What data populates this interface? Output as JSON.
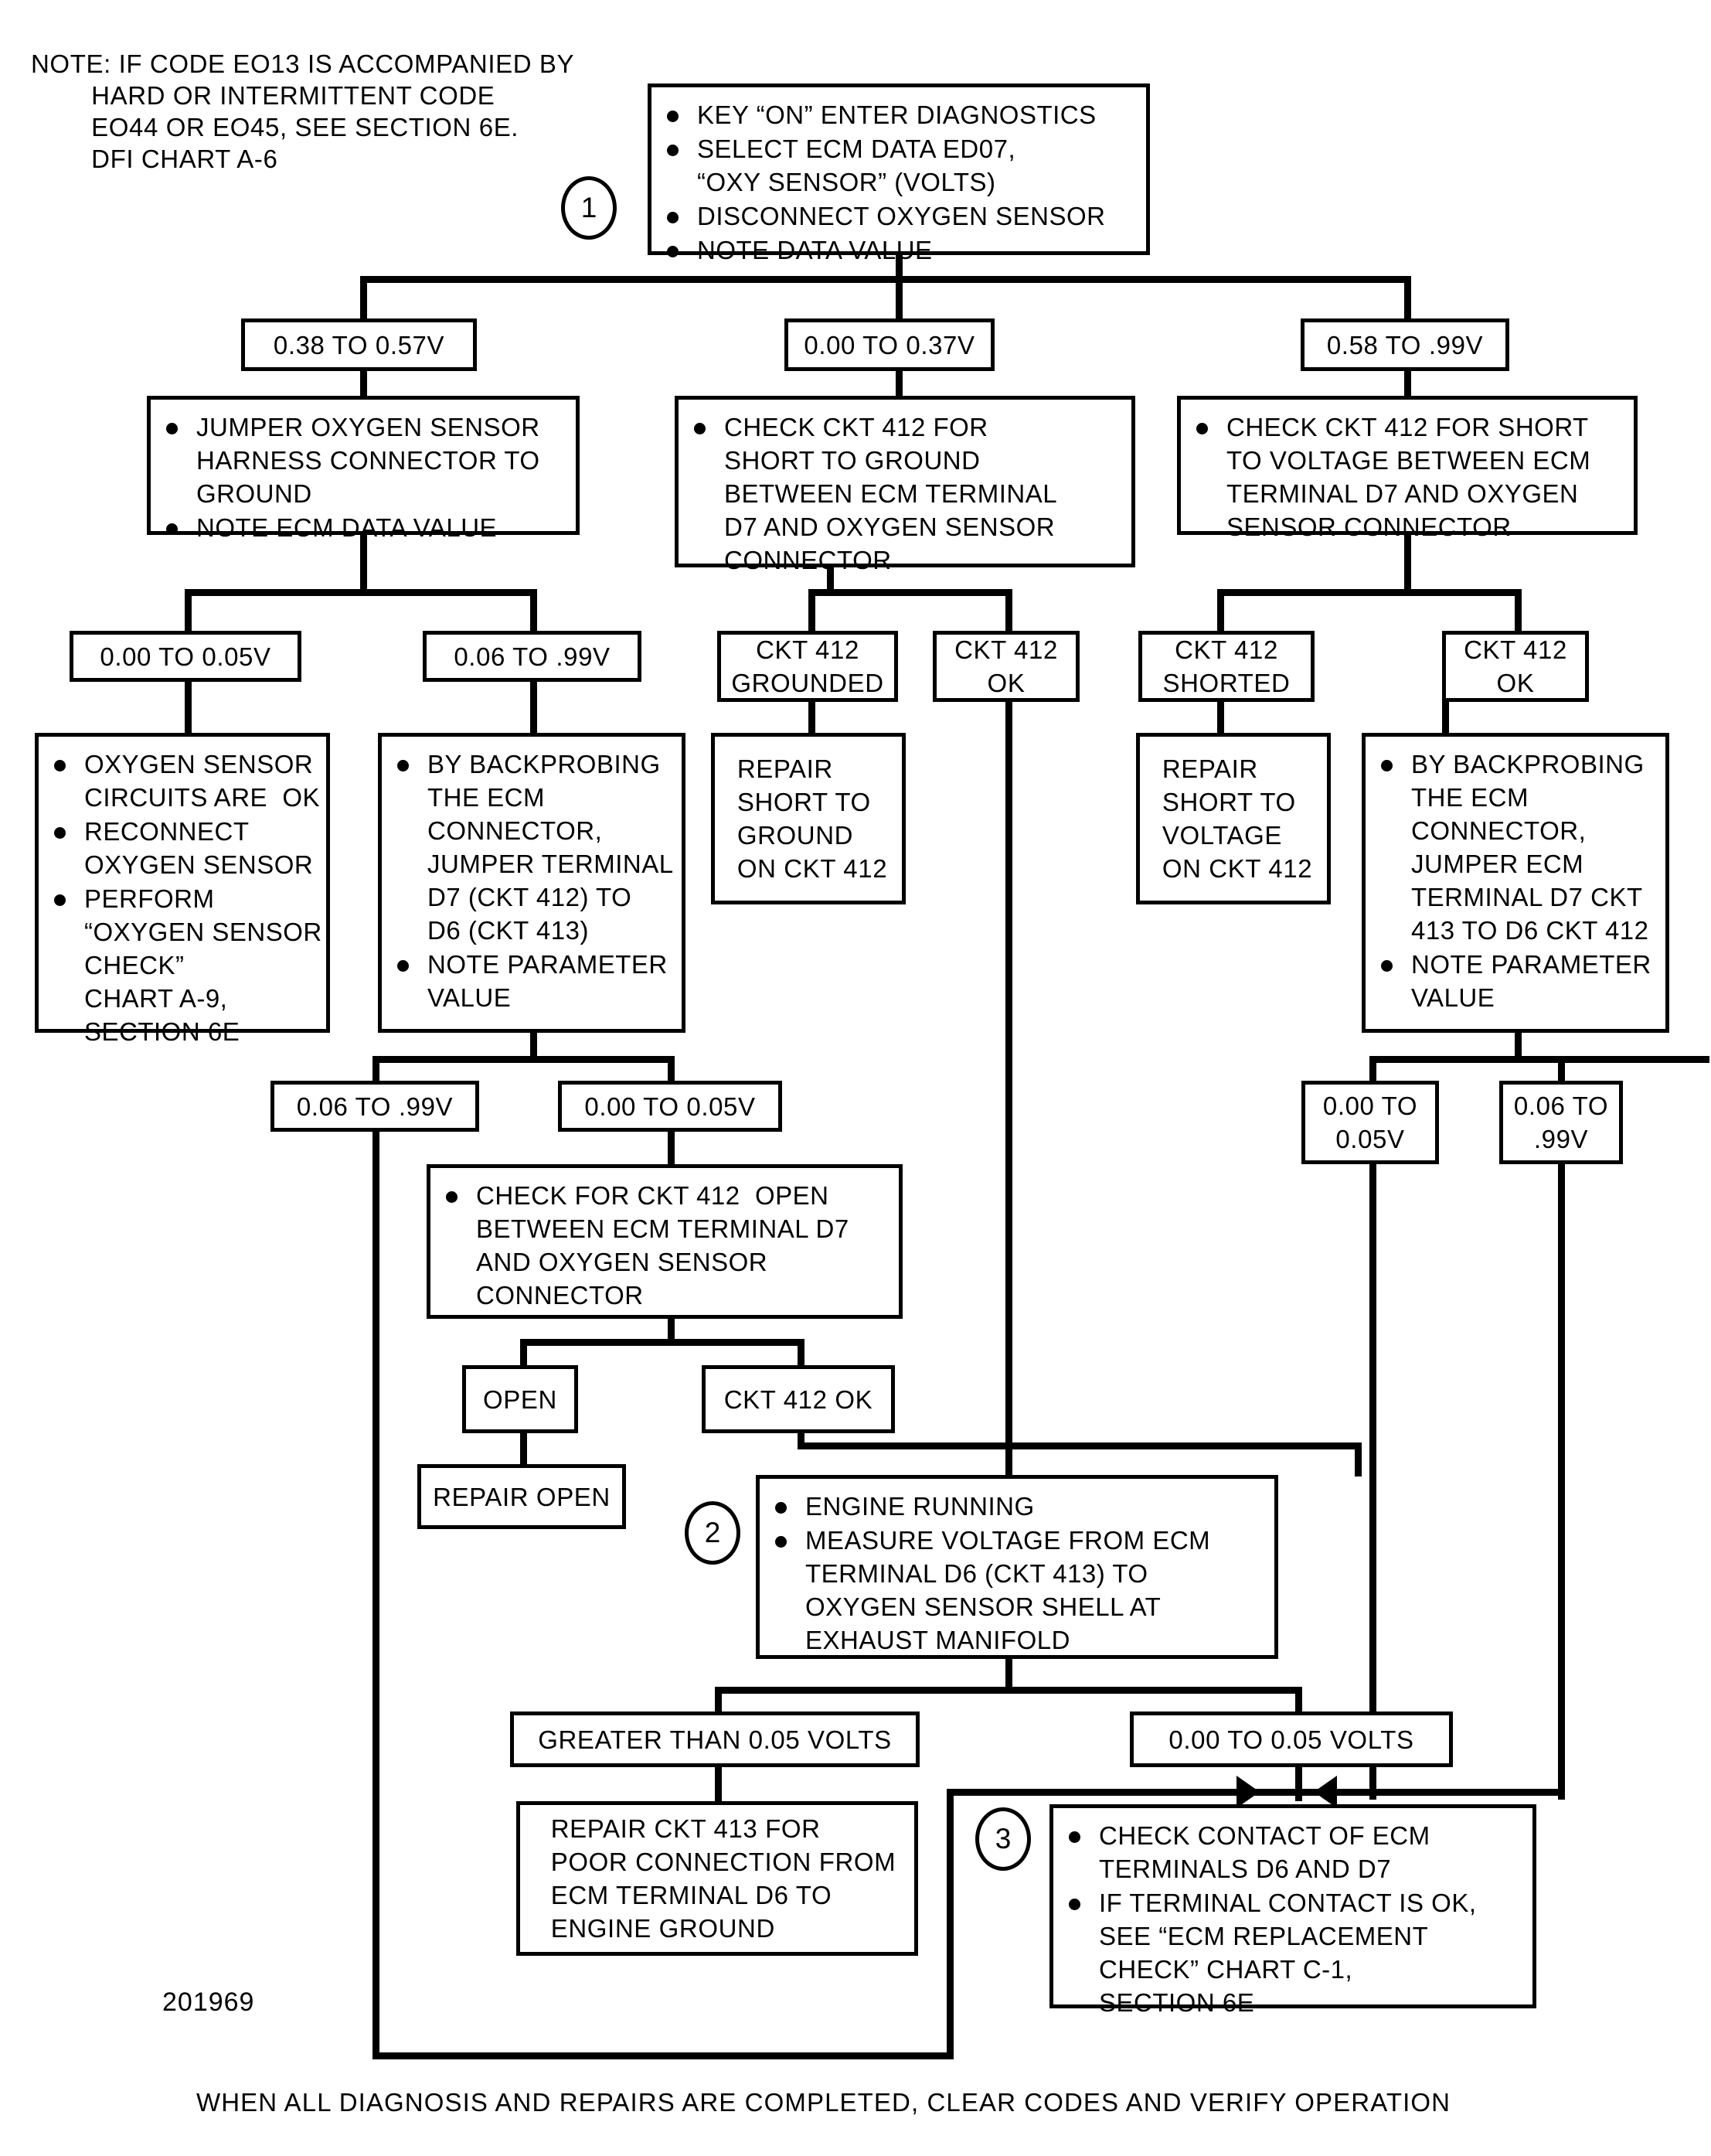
{
  "note": {
    "lines": [
      "NOTE: IF CODE EO13 IS ACCOMPANIED BY",
      "        HARD OR INTERMITTENT CODE",
      "        EO44 OR EO45, SEE SECTION 6E.",
      "        DFI CHART A-6"
    ]
  },
  "steps": {
    "one": "1",
    "two": "2",
    "three": "3"
  },
  "part_number": "201969",
  "footer": "WHEN ALL DIAGNOSIS AND REPAIRS ARE COMPLETED, CLEAR CODES AND VERIFY OPERATION",
  "nodes": {
    "start": {
      "bullets": [
        "KEY “ON” ENTER DIAGNOSTICS",
        "SELECT ECM DATA ED07,\n“OXY SENSOR” (VOLTS)",
        "DISCONNECT OXYGEN SENSOR",
        "NOTE DATA VALUE"
      ]
    },
    "range_mid": "0.38 TO 0.57V",
    "range_low": "0.00 TO 0.37V",
    "range_high": "0.58 TO .99V",
    "jumper_harness": {
      "bullets": [
        "JUMPER OXYGEN SENSOR\nHARNESS CONNECTOR TO\nGROUND",
        "NOTE ECM DATA VALUE"
      ]
    },
    "check_short_ground": {
      "bullets": [
        "CHECK CKT 412 FOR\nSHORT TO GROUND\nBETWEEN ECM TERMINAL\nD7 AND OXYGEN SENSOR\nCONNECTOR"
      ]
    },
    "check_short_voltage": {
      "bullets": [
        "CHECK CKT 412 FOR SHORT\nTO VOLTAGE BETWEEN ECM\nTERMINAL D7 AND OXYGEN\nSENSOR CONNECTOR"
      ]
    },
    "range_a": "0.00 TO 0.05V",
    "range_b": "0.06 TO .99V",
    "ckt412_grounded": "CKT 412\nGROUNDED",
    "ckt412_ok_1": "CKT 412\nOK",
    "ckt412_shorted": "CKT 412\nSHORTED",
    "ckt412_ok_2": "CKT 412\nOK",
    "circuits_ok": {
      "bullets": [
        "OXYGEN SENSOR\nCIRCUITS ARE  OK",
        "RECONNECT\nOXYGEN SENSOR",
        "PERFORM\n“OXYGEN SENSOR\nCHECK”\nCHART A-9,\nSECTION 6E"
      ]
    },
    "backprobe_left": {
      "bullets": [
        "BY BACKPROBING\nTHE ECM\nCONNECTOR,\nJUMPER TERMINAL\nD7 (CKT 412) TO\nD6 (CKT 413)",
        "NOTE PARAMETER\nVALUE"
      ]
    },
    "repair_short_ground": "REPAIR\nSHORT TO\nGROUND\nON CKT 412",
    "repair_short_voltage": "REPAIR\nSHORT TO\nVOLTAGE\nON CKT 412",
    "backprobe_right": {
      "bullets": [
        "BY BACKPROBING\nTHE ECM\nCONNECTOR,\nJUMPER ECM\nTERMINAL D7 CKT\n413 TO D6 CKT 412",
        "NOTE PARAMETER\nVALUE"
      ]
    },
    "range_c": "0.06 TO .99V",
    "range_d": "0.00 TO 0.05V",
    "range_e": "0.00 TO\n0.05V",
    "range_f": "0.06 TO\n.99V",
    "check_open": {
      "bullets": [
        "CHECK FOR CKT 412  OPEN\nBETWEEN ECM TERMINAL D7\nAND OXYGEN SENSOR\nCONNECTOR"
      ]
    },
    "open": "OPEN",
    "ckt412_ok_3": "CKT 412 OK",
    "repair_open": "REPAIR OPEN",
    "engine_running": {
      "bullets": [
        "ENGINE RUNNING",
        "MEASURE VOLTAGE FROM ECM\nTERMINAL D6 (CKT 413) TO\nOXYGEN SENSOR SHELL AT\nEXHAUST MANIFOLD"
      ]
    },
    "greater_than": "GREATER THAN 0.05 VOLTS",
    "zero_to_005": "0.00 TO 0.05 VOLTS",
    "repair_ckt413": "REPAIR CKT 413 FOR\nPOOR CONNECTION FROM\nECM TERMINAL D6 TO\nENGINE GROUND",
    "check_contact": {
      "bullets": [
        "CHECK CONTACT OF ECM\nTERMINALS D6 AND D7",
        "IF TERMINAL CONTACT IS OK,\nSEE “ECM REPLACEMENT\nCHECK” CHART C-1,\nSECTION 6E"
      ]
    }
  }
}
